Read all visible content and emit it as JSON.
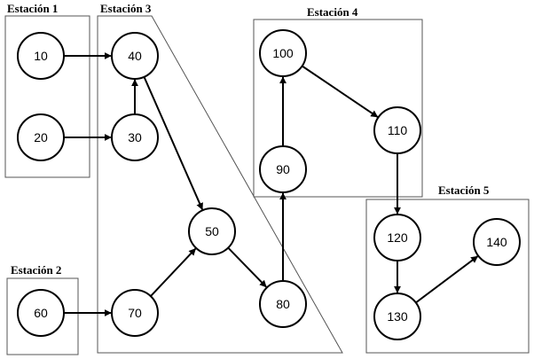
{
  "stations": [
    {
      "id": "s1",
      "label": "Estación 1"
    },
    {
      "id": "s2",
      "label": "Estación 2"
    },
    {
      "id": "s3",
      "label": "Estación 3"
    },
    {
      "id": "s4",
      "label": "Estación 4"
    },
    {
      "id": "s5",
      "label": "Estación 5"
    }
  ],
  "nodes": [
    {
      "id": "10",
      "label": "10"
    },
    {
      "id": "20",
      "label": "20"
    },
    {
      "id": "30",
      "label": "30"
    },
    {
      "id": "40",
      "label": "40"
    },
    {
      "id": "50",
      "label": "50"
    },
    {
      "id": "60",
      "label": "60"
    },
    {
      "id": "70",
      "label": "70"
    },
    {
      "id": "80",
      "label": "80"
    },
    {
      "id": "90",
      "label": "90"
    },
    {
      "id": "100",
      "label": "100"
    },
    {
      "id": "110",
      "label": "110"
    },
    {
      "id": "120",
      "label": "120"
    },
    {
      "id": "130",
      "label": "130"
    },
    {
      "id": "140",
      "label": "140"
    }
  ],
  "edges": [
    {
      "from": "10",
      "to": "40"
    },
    {
      "from": "20",
      "to": "30"
    },
    {
      "from": "30",
      "to": "40"
    },
    {
      "from": "40",
      "to": "50"
    },
    {
      "from": "60",
      "to": "70"
    },
    {
      "from": "70",
      "to": "50"
    },
    {
      "from": "50",
      "to": "80"
    },
    {
      "from": "80",
      "to": "90"
    },
    {
      "from": "90",
      "to": "100"
    },
    {
      "from": "100",
      "to": "110"
    },
    {
      "from": "110",
      "to": "120"
    },
    {
      "from": "120",
      "to": "130"
    },
    {
      "from": "130",
      "to": "140"
    }
  ]
}
